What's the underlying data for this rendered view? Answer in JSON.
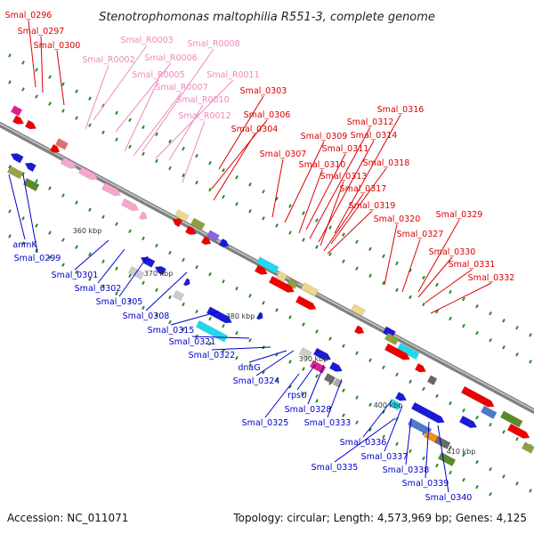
{
  "title": "Stenotrophomonas maltophilia R551-3, complete genome",
  "footer": {
    "accession": "Accession: NC_011071",
    "topology": "Topology: circular; Length: 4,573,969 bp; Genes: 4,125"
  },
  "colors": {
    "forward_label": "#dd0000",
    "rna_label": "#ee88bb",
    "reverse_label": "#0000cc",
    "backbone": "#888888",
    "tick": "#228822"
  },
  "scale_labels": [
    "360 kbp",
    "370 kbp",
    "380 kbp",
    "390 kbp",
    "400 kbp",
    "410 kbp"
  ],
  "top_labels": [
    {
      "text": "Smal_0296",
      "type": "fwd"
    },
    {
      "text": "Smal_0297",
      "type": "fwd"
    },
    {
      "text": "Smal_0300",
      "type": "fwd"
    },
    {
      "text": "Smal_R0003",
      "type": "rna"
    },
    {
      "text": "Smal_R0008",
      "type": "rna"
    },
    {
      "text": "Smal_R0002",
      "type": "rna"
    },
    {
      "text": "Smal_R0006",
      "type": "rna"
    },
    {
      "text": "Smal_R0005",
      "type": "rna"
    },
    {
      "text": "Smal_R0011",
      "type": "rna"
    },
    {
      "text": "Smal_R0007",
      "type": "rna"
    },
    {
      "text": "Smal_R0010",
      "type": "rna"
    },
    {
      "text": "Smal_0303",
      "type": "fwd"
    },
    {
      "text": "Smal_R0012",
      "type": "rna"
    },
    {
      "text": "Smal_0306",
      "type": "fwd"
    },
    {
      "text": "Smal_0304",
      "type": "fwd"
    },
    {
      "text": "Smal_0316",
      "type": "fwd"
    },
    {
      "text": "Smal_0312",
      "type": "fwd"
    },
    {
      "text": "Smal_0309",
      "type": "fwd"
    },
    {
      "text": "Smal_0314",
      "type": "fwd"
    },
    {
      "text": "Smal_0311",
      "type": "fwd"
    },
    {
      "text": "Smal_0307",
      "type": "fwd"
    },
    {
      "text": "Smal_0310",
      "type": "fwd"
    },
    {
      "text": "Smal_0318",
      "type": "fwd"
    },
    {
      "text": "Smal_0313",
      "type": "fwd"
    },
    {
      "text": "Smal_0317",
      "type": "fwd"
    },
    {
      "text": "Smal_0319",
      "type": "fwd"
    },
    {
      "text": "Smal_0329",
      "type": "fwd"
    },
    {
      "text": "Smal_0320",
      "type": "fwd"
    },
    {
      "text": "Smal_0327",
      "type": "fwd"
    },
    {
      "text": "Smal_0330",
      "type": "fwd"
    },
    {
      "text": "Smal_0331",
      "type": "fwd"
    },
    {
      "text": "Smal_0332",
      "type": "fwd"
    }
  ],
  "bottom_labels": [
    {
      "text": "anmK"
    },
    {
      "text": "Smal_0299"
    },
    {
      "text": "Smal_0301"
    },
    {
      "text": "Smal_0302"
    },
    {
      "text": "Smal_0305"
    },
    {
      "text": "Smal_0308"
    },
    {
      "text": "Smal_0315"
    },
    {
      "text": "Smal_0321"
    },
    {
      "text": "Smal_0322"
    },
    {
      "text": "dnaG"
    },
    {
      "text": "Smal_0324"
    },
    {
      "text": "rpsU"
    },
    {
      "text": "Smal_0328"
    },
    {
      "text": "Smal_0325"
    },
    {
      "text": "Smal_0333"
    },
    {
      "text": "Smal_0336"
    },
    {
      "text": "Smal_0337"
    },
    {
      "text": "Smal_0335"
    },
    {
      "text": "Smal_0338"
    },
    {
      "text": "Smal_0339"
    },
    {
      "text": "Smal_0340"
    }
  ]
}
